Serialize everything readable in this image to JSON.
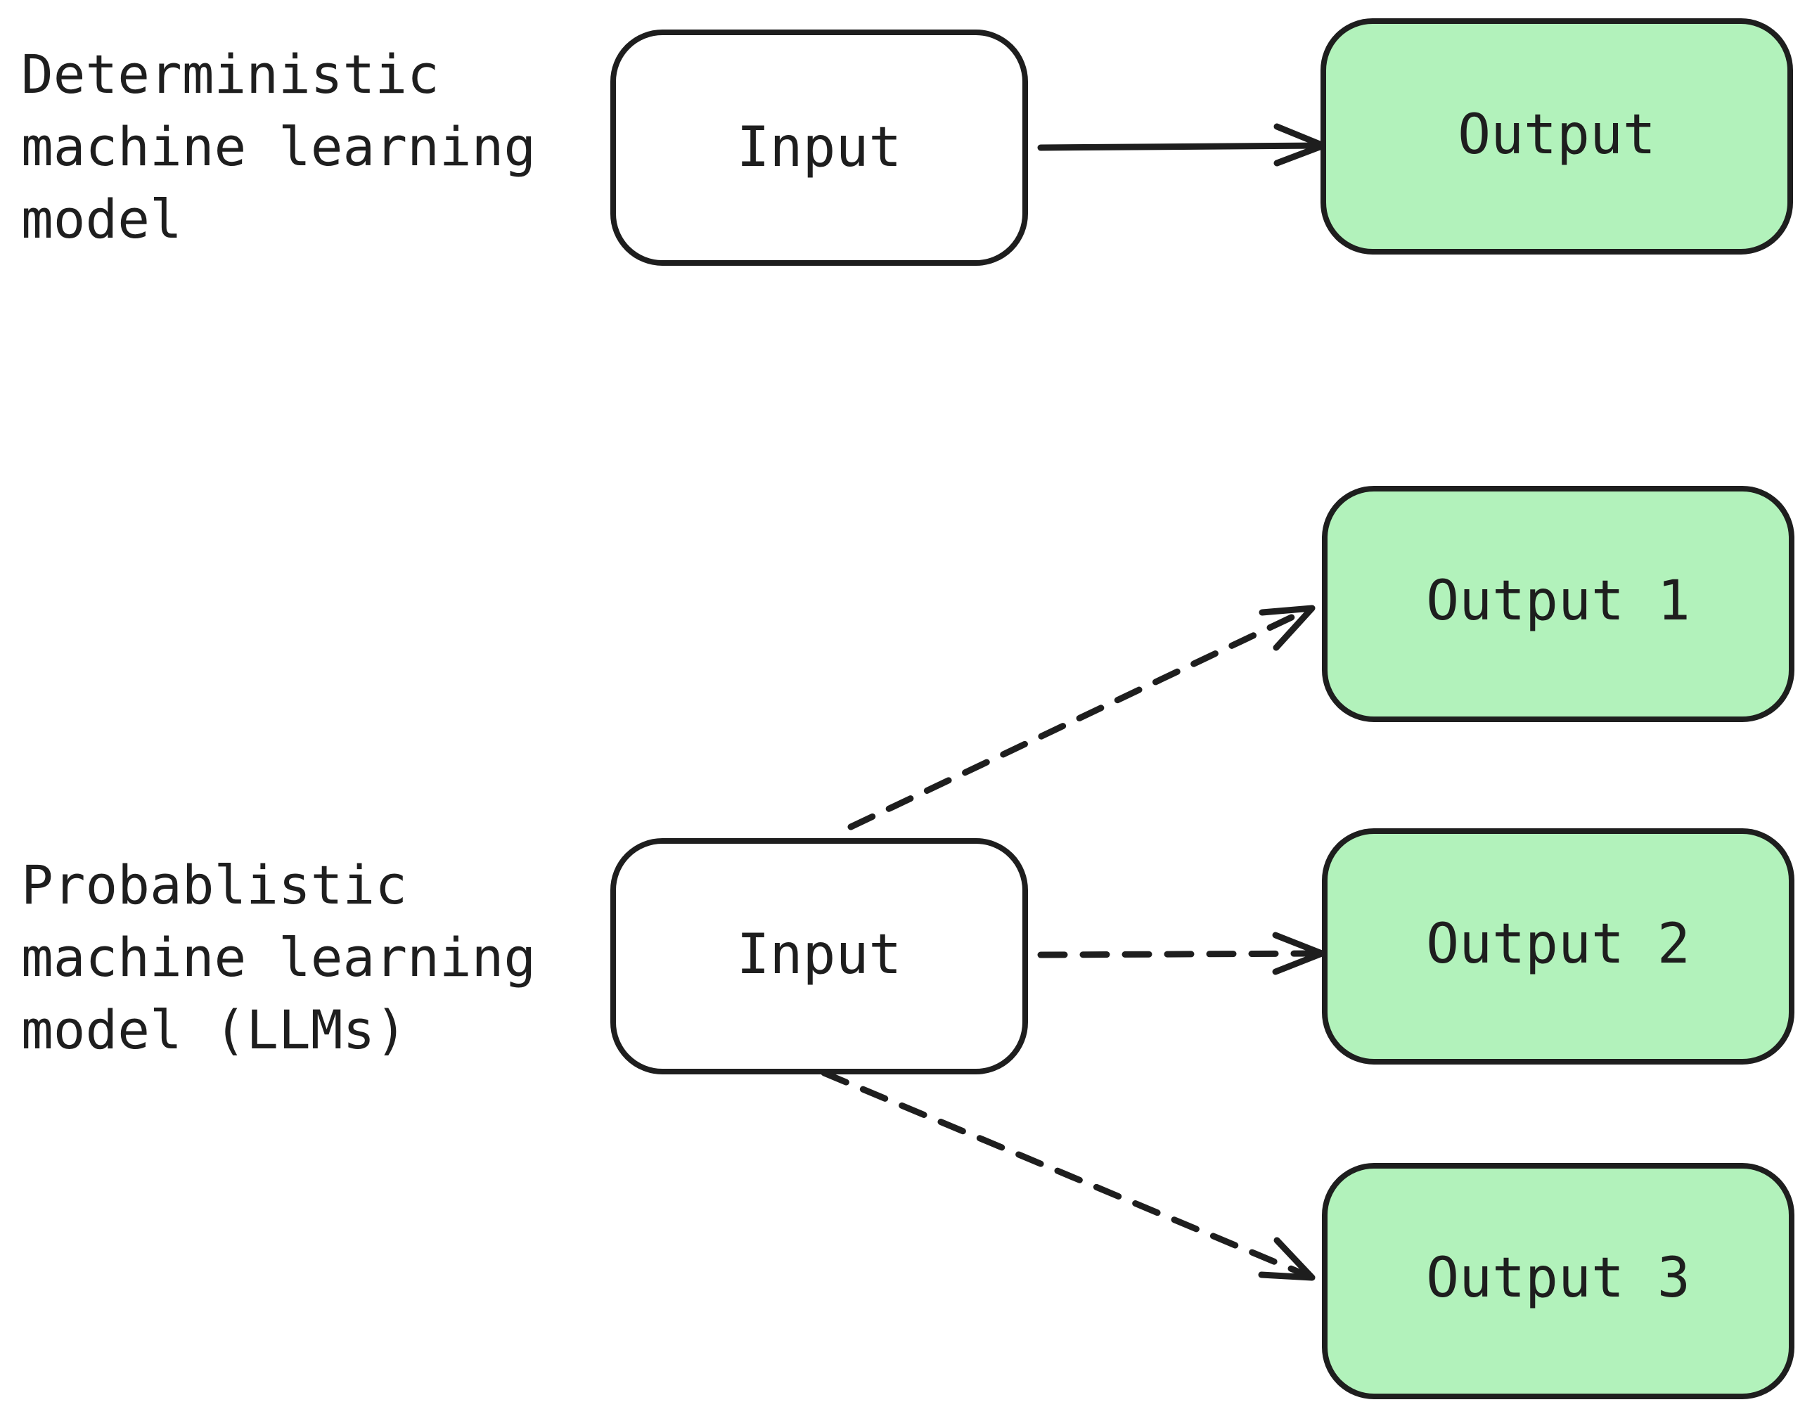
{
  "colors": {
    "stroke": "#1e1e1e",
    "input_fill": "#ffffff",
    "output_fill": "#b2f2bb"
  },
  "deterministic": {
    "label_lines": [
      "Deterministic",
      "machine learning",
      "model"
    ],
    "input_label": "Input",
    "output_label": "Output"
  },
  "probabilistic": {
    "label_lines": [
      "Probablistic",
      "machine learning",
      "model (LLMs)"
    ],
    "input_label": "Input",
    "outputs": [
      {
        "label": "Output 1"
      },
      {
        "label": "Output 2"
      },
      {
        "label": "Output 3"
      }
    ]
  }
}
